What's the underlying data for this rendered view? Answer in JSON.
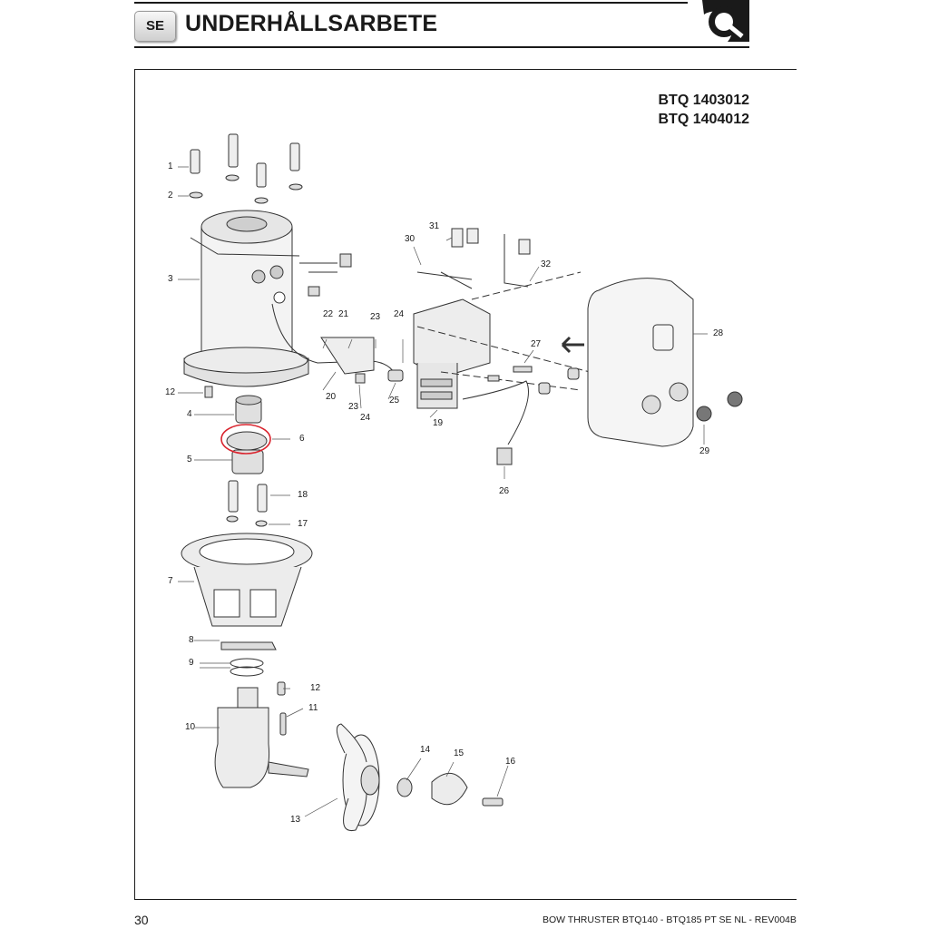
{
  "header": {
    "language_badge": "SE",
    "title": "UNDERHÅLLSARBETE",
    "logo_icon": "quick-q-logo-icon"
  },
  "models": [
    "BTQ 1403012",
    "BTQ 1404012"
  ],
  "callouts": {
    "n1": "1",
    "n2": "2",
    "n3": "3",
    "n4": "4",
    "n5": "5",
    "n6": "6",
    "n7": "7",
    "n8": "8",
    "n9": "9",
    "n10": "10",
    "n11": "11",
    "n12a": "12",
    "n12b": "12",
    "n13": "13",
    "n14": "14",
    "n15": "15",
    "n16": "16",
    "n17": "17",
    "n18": "18",
    "n19": "19",
    "n20": "20",
    "n21": "21",
    "n22": "22",
    "n23a": "23",
    "n23b": "23",
    "n24a": "24",
    "n24b": "24",
    "n25": "25",
    "n26": "26",
    "n27": "27",
    "n28": "28",
    "n29": "29",
    "n30": "30",
    "n31": "31",
    "n32": "32"
  },
  "highlight": {
    "part": "6",
    "color": "#d9232d"
  },
  "footer": {
    "page_number": "30",
    "document": "BOW THRUSTER BTQ140 - BTQ185  PT SE NL - REV004B"
  }
}
